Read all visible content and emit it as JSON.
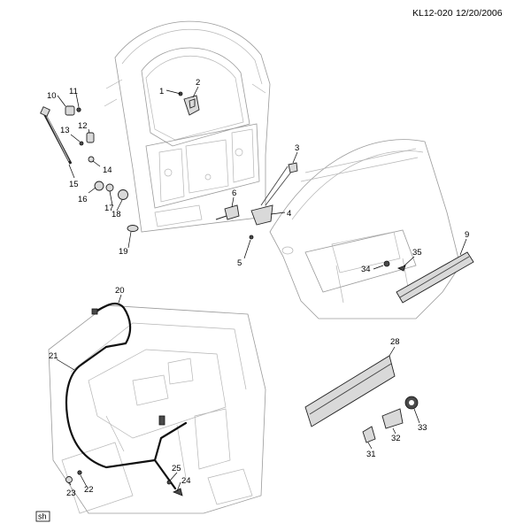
{
  "header": {
    "code": "KL12-020",
    "date": "12/20/2006"
  },
  "corner_tag": "sh",
  "callouts": [
    "1",
    "2",
    "3",
    "4",
    "5",
    "6",
    "9",
    "10",
    "11",
    "12",
    "13",
    "14",
    "15",
    "16",
    "17",
    "18",
    "19",
    "20",
    "21",
    "22",
    "23",
    "24",
    "25",
    "28",
    "31",
    "32",
    "33",
    "34",
    "35"
  ]
}
